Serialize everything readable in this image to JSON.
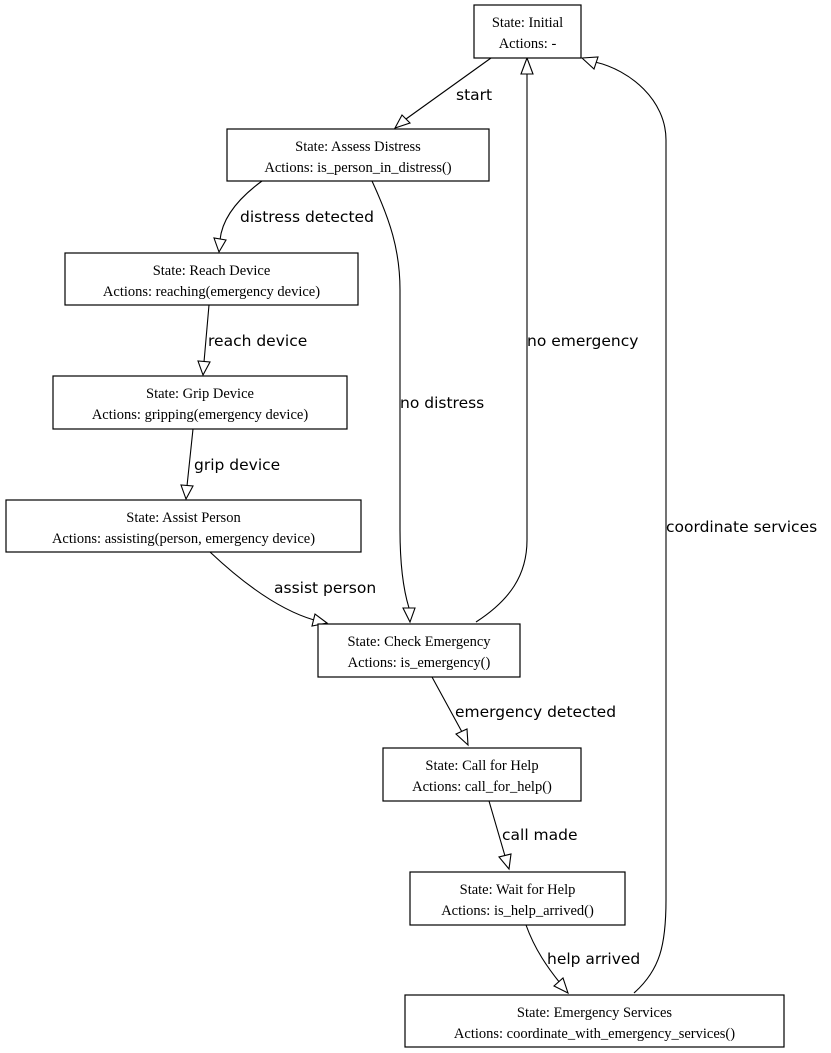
{
  "diagram": {
    "nodes": {
      "initial": {
        "line1": "State: Initial",
        "line2": "Actions: -"
      },
      "assess": {
        "line1": "State: Assess Distress",
        "line2": "Actions: is_person_in_distress()"
      },
      "reach": {
        "line1": "State: Reach Device",
        "line2": "Actions: reaching(emergency device)"
      },
      "grip": {
        "line1": "State: Grip Device",
        "line2": "Actions: gripping(emergency device)"
      },
      "assist": {
        "line1": "State: Assist Person",
        "line2": "Actions: assisting(person, emergency device)"
      },
      "check": {
        "line1": "State: Check Emergency",
        "line2": "Actions: is_emergency()"
      },
      "call": {
        "line1": "State: Call for Help",
        "line2": "Actions: call_for_help()"
      },
      "wait": {
        "line1": "State: Wait for Help",
        "line2": "Actions: is_help_arrived()"
      },
      "services": {
        "line1": "State: Emergency Services",
        "line2": "Actions: coordinate_with_emergency_services()"
      }
    },
    "edges": {
      "start": "start",
      "distress_detected": "distress detected",
      "reach_device": "reach device",
      "grip_device": "grip device",
      "assist_person": "assist person",
      "no_distress": "no distress",
      "no_emergency": "no emergency",
      "emergency_detected": "emergency detected",
      "call_made": "call made",
      "help_arrived": "help arrived",
      "coordinate_services": "coordinate services"
    }
  }
}
